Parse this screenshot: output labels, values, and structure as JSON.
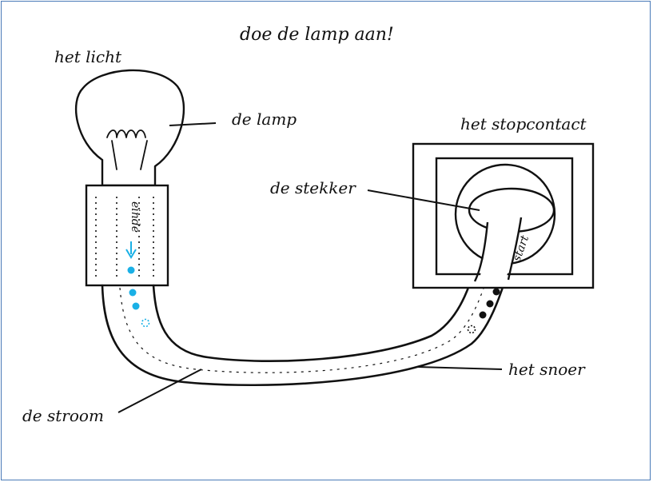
{
  "title": "doe de lamp aan!",
  "labels": {
    "light": "het licht",
    "lamp": "de lamp",
    "socket": "het stopcontact",
    "plug": "de stekker",
    "cord": "het snoer",
    "current": "de stroom",
    "start": "start",
    "end": "einde"
  },
  "colors": {
    "border": "#4a7ab8",
    "ink": "#111111",
    "accent": "#1ab0e6"
  }
}
